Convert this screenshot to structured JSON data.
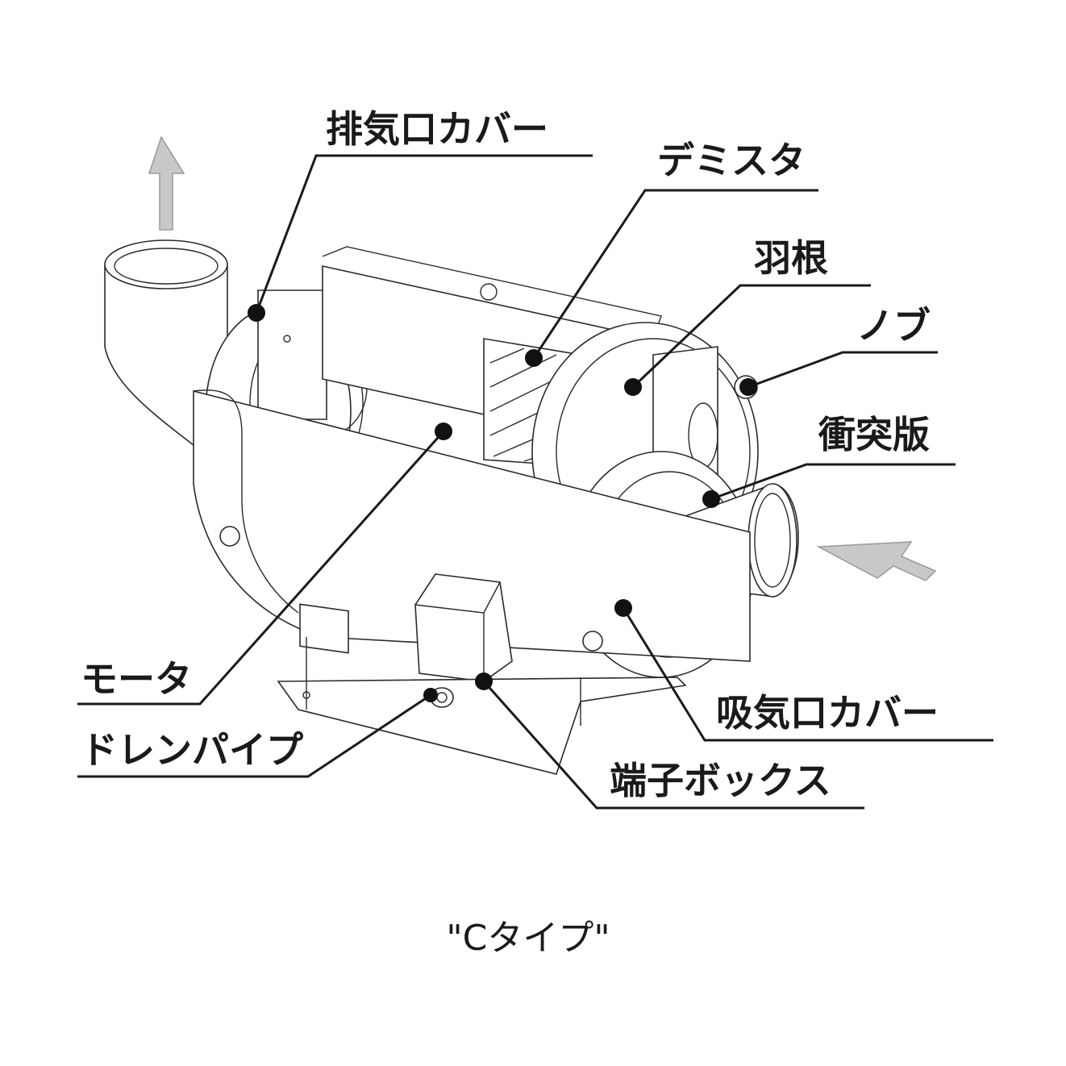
{
  "labels": {
    "exhaust_cover": "排気口カバー",
    "demister": "デミスタ",
    "impeller": "羽根",
    "knob": "ノブ",
    "impact_plate": "衝突版",
    "motor": "モータ",
    "drain_pipe": "ドレンパイプ",
    "intake_cover": "吸気口カバー",
    "terminal_box": "端子ボックス"
  },
  "caption": "\"Cタイプ\"",
  "colors": {
    "line": "#1a1a1a",
    "arrow": "#c8c8c8"
  },
  "icons": {
    "exhaust_flow": "arrow-up-icon",
    "intake_flow": "arrow-left-icon"
  }
}
